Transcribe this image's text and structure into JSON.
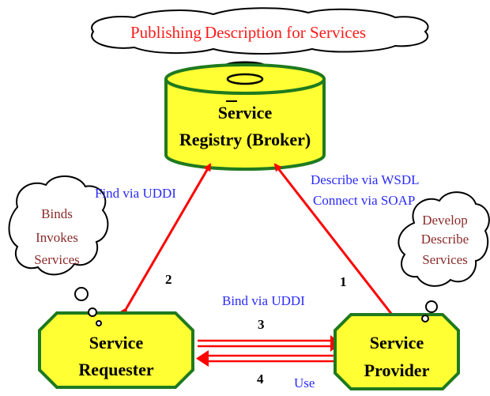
{
  "banner": {
    "title_word1": "Publishing",
    "title_rest": "Description for Services"
  },
  "registry": {
    "line1": "Service",
    "line2": "Registry (Broker)"
  },
  "requester": {
    "line1": "Service",
    "line2": "Requester"
  },
  "provider": {
    "line1": "Service",
    "line2": "Provider"
  },
  "left_thought": {
    "lines": [
      "Binds",
      "Invokes",
      "Services"
    ]
  },
  "right_thought": {
    "lines": [
      "Develop",
      "Describe",
      "Services"
    ]
  },
  "labels": {
    "find": "Find via UDDI",
    "describe": "Describe via WSDL",
    "connect": "Connect via SOAP",
    "bind": "Bind via UDDI",
    "use": "Use"
  },
  "step_numbers": {
    "one": "1",
    "two": "2",
    "three": "3",
    "four": "4"
  },
  "colors": {
    "node_fill": "#ffff33",
    "node_stroke": "#1f7a1f",
    "arrow": "#ff0000",
    "label_blue": "#2a2aff",
    "thought_text": "#8b2a2a",
    "banner_red": "#ff1a1a"
  }
}
